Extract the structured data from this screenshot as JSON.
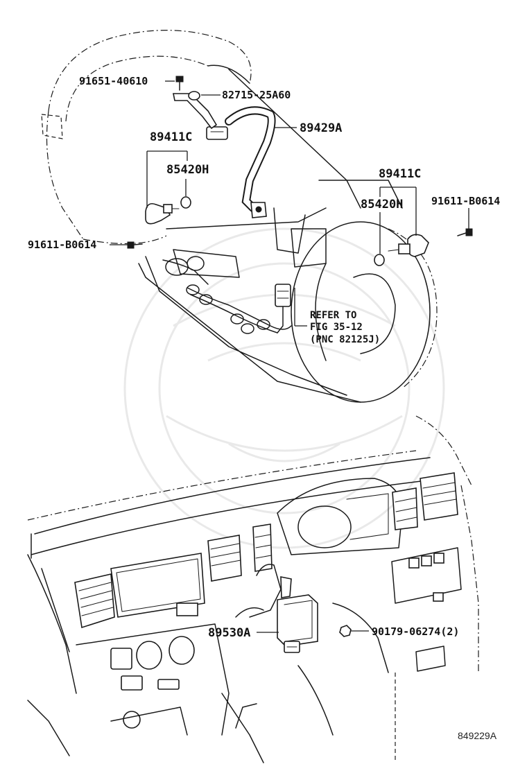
{
  "diagram": {
    "labels": {
      "bolt_top": "91651-40610",
      "bracket": "82715-25A60",
      "wire_harness": "89429A",
      "sensor_left": "89411C",
      "oring_left": "85420H",
      "bolt_left": "91611-B0614",
      "sensor_right": "89411C",
      "oring_right": "85420H",
      "bolt_right": "91611-B0614",
      "refer_line1": "REFER TO",
      "refer_line2": "FIG 35-12",
      "refer_line3": "(PNC 82125J)",
      "ecu": "89530A",
      "ecu_screw": "90179-06274(2)",
      "figure_id": "849229A"
    }
  }
}
